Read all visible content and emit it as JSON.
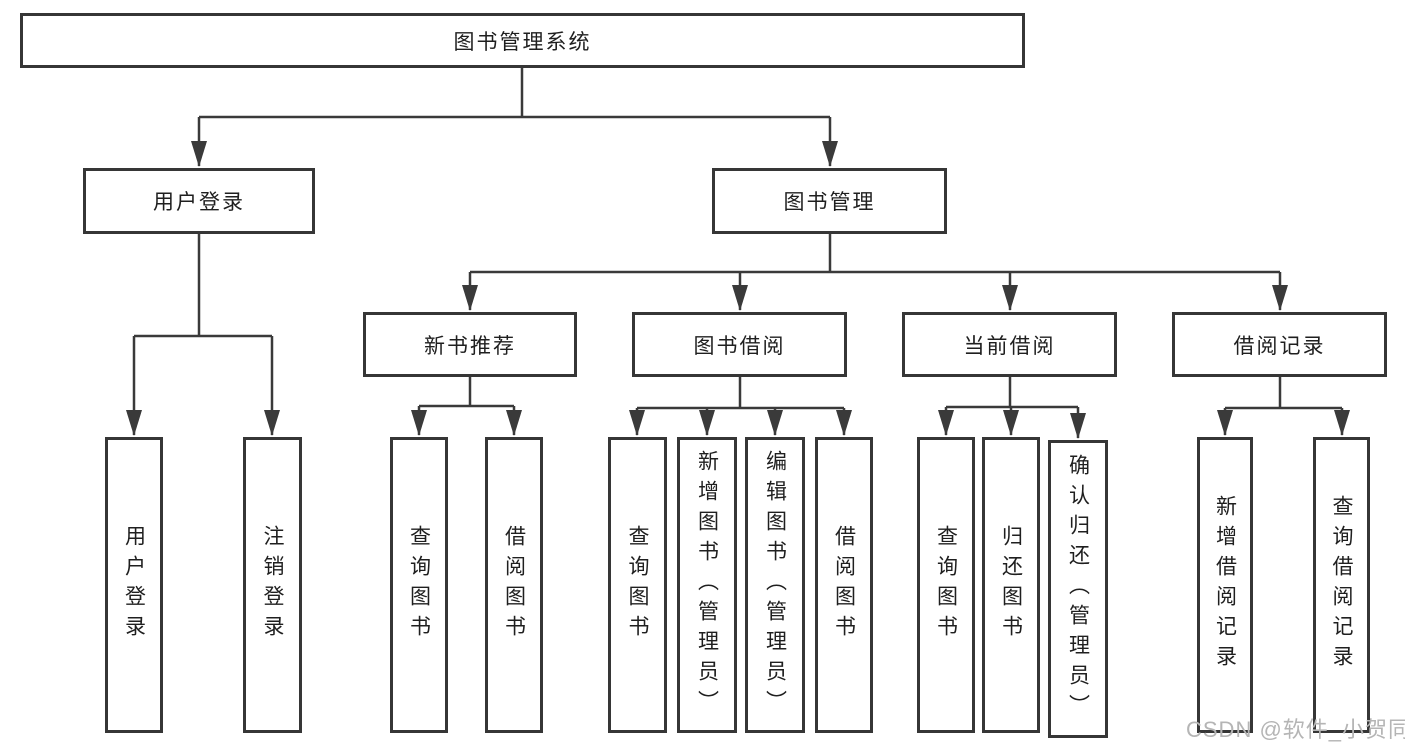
{
  "diagram": {
    "root": {
      "label": "图书管理系统"
    },
    "level2": [
      {
        "label": "用户登录"
      },
      {
        "label": "图书管理"
      }
    ],
    "level3": [
      {
        "label": "新书推荐"
      },
      {
        "label": "图书借阅"
      },
      {
        "label": "当前借阅"
      },
      {
        "label": "借阅记录"
      }
    ],
    "leaves": {
      "user_login": [
        "用户登录",
        "注销登录"
      ],
      "new_book": [
        "查询图书",
        "借阅图书"
      ],
      "book_borrow": [
        "查询图书",
        "新增图书（管理员）",
        "编辑图书（管理员）",
        "借阅图书"
      ],
      "current_borrow": [
        "查询图书",
        "归还图书",
        "确认归还（管理员）"
      ],
      "borrow_record": [
        "新增借阅记录",
        "查询借阅记录"
      ]
    }
  },
  "watermark": {
    "text": "CSDN @软件_小贺同学"
  },
  "colors": {
    "line": "#3a3a3a",
    "box_border": "#363636",
    "text": "#1f1f1f",
    "watermark": "#b5b5b5",
    "background": "#ffffff"
  }
}
